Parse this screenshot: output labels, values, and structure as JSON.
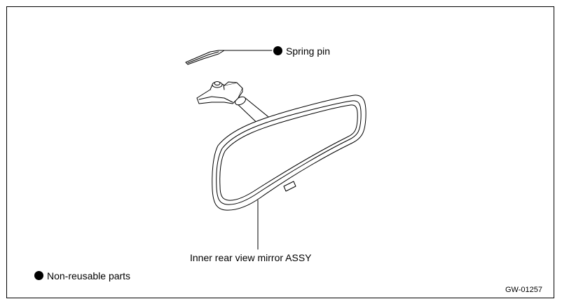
{
  "labels": {
    "spring_pin": "Spring pin",
    "mirror": "Inner rear view mirror ASSY",
    "legend": "Non-reusable parts",
    "figure_code": "GW-01257"
  },
  "icons": {
    "non_reusable_marker": "black-filled-circle"
  },
  "colors": {
    "line": "#000000",
    "background": "#ffffff"
  }
}
